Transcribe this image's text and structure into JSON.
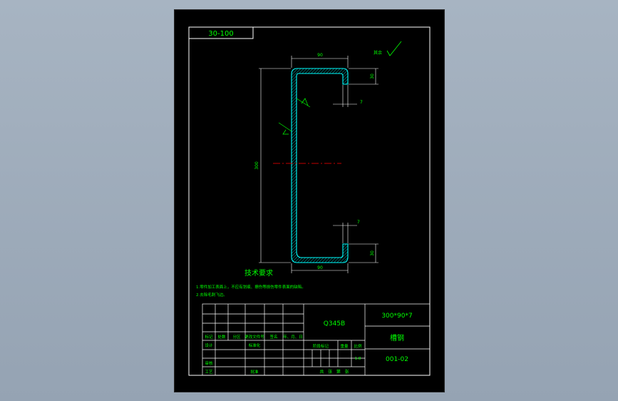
{
  "drawing": {
    "code_box": "30-100",
    "roughness_note": "其余",
    "dimensions": {
      "top_width": "90",
      "top_flange": "30",
      "top_thickness": "7",
      "height": "300",
      "bottom_thickness": "7",
      "bottom_flange": "30",
      "bottom_width": "90"
    },
    "tech_req": {
      "title": "技术要求",
      "item1": "1.零件加工表面上，不应有划痕、擦伤等损伤零件表面的缺陷。",
      "item2": "2.去除毛刺飞边。"
    }
  },
  "title_block": {
    "material": "Q345B",
    "spec": "300*90*7",
    "part_name": "槽钢",
    "drawing_no": "001-02",
    "stage_mark": "阶段标记",
    "weight": "重量",
    "scale_label": "比例",
    "scale": "1:8",
    "sheets": "共   张   第   张",
    "headers": [
      "标记",
      "处数",
      "分区",
      "更改文件号",
      "签名",
      "年、月、日"
    ],
    "design": "设计",
    "standardize": "标准化",
    "review": "审核",
    "process": "工艺",
    "approve": "批准"
  },
  "colors": {
    "frame": "#ffffff",
    "text": "#00ff00",
    "section": "#00ffff",
    "centerline": "#ff0000"
  }
}
